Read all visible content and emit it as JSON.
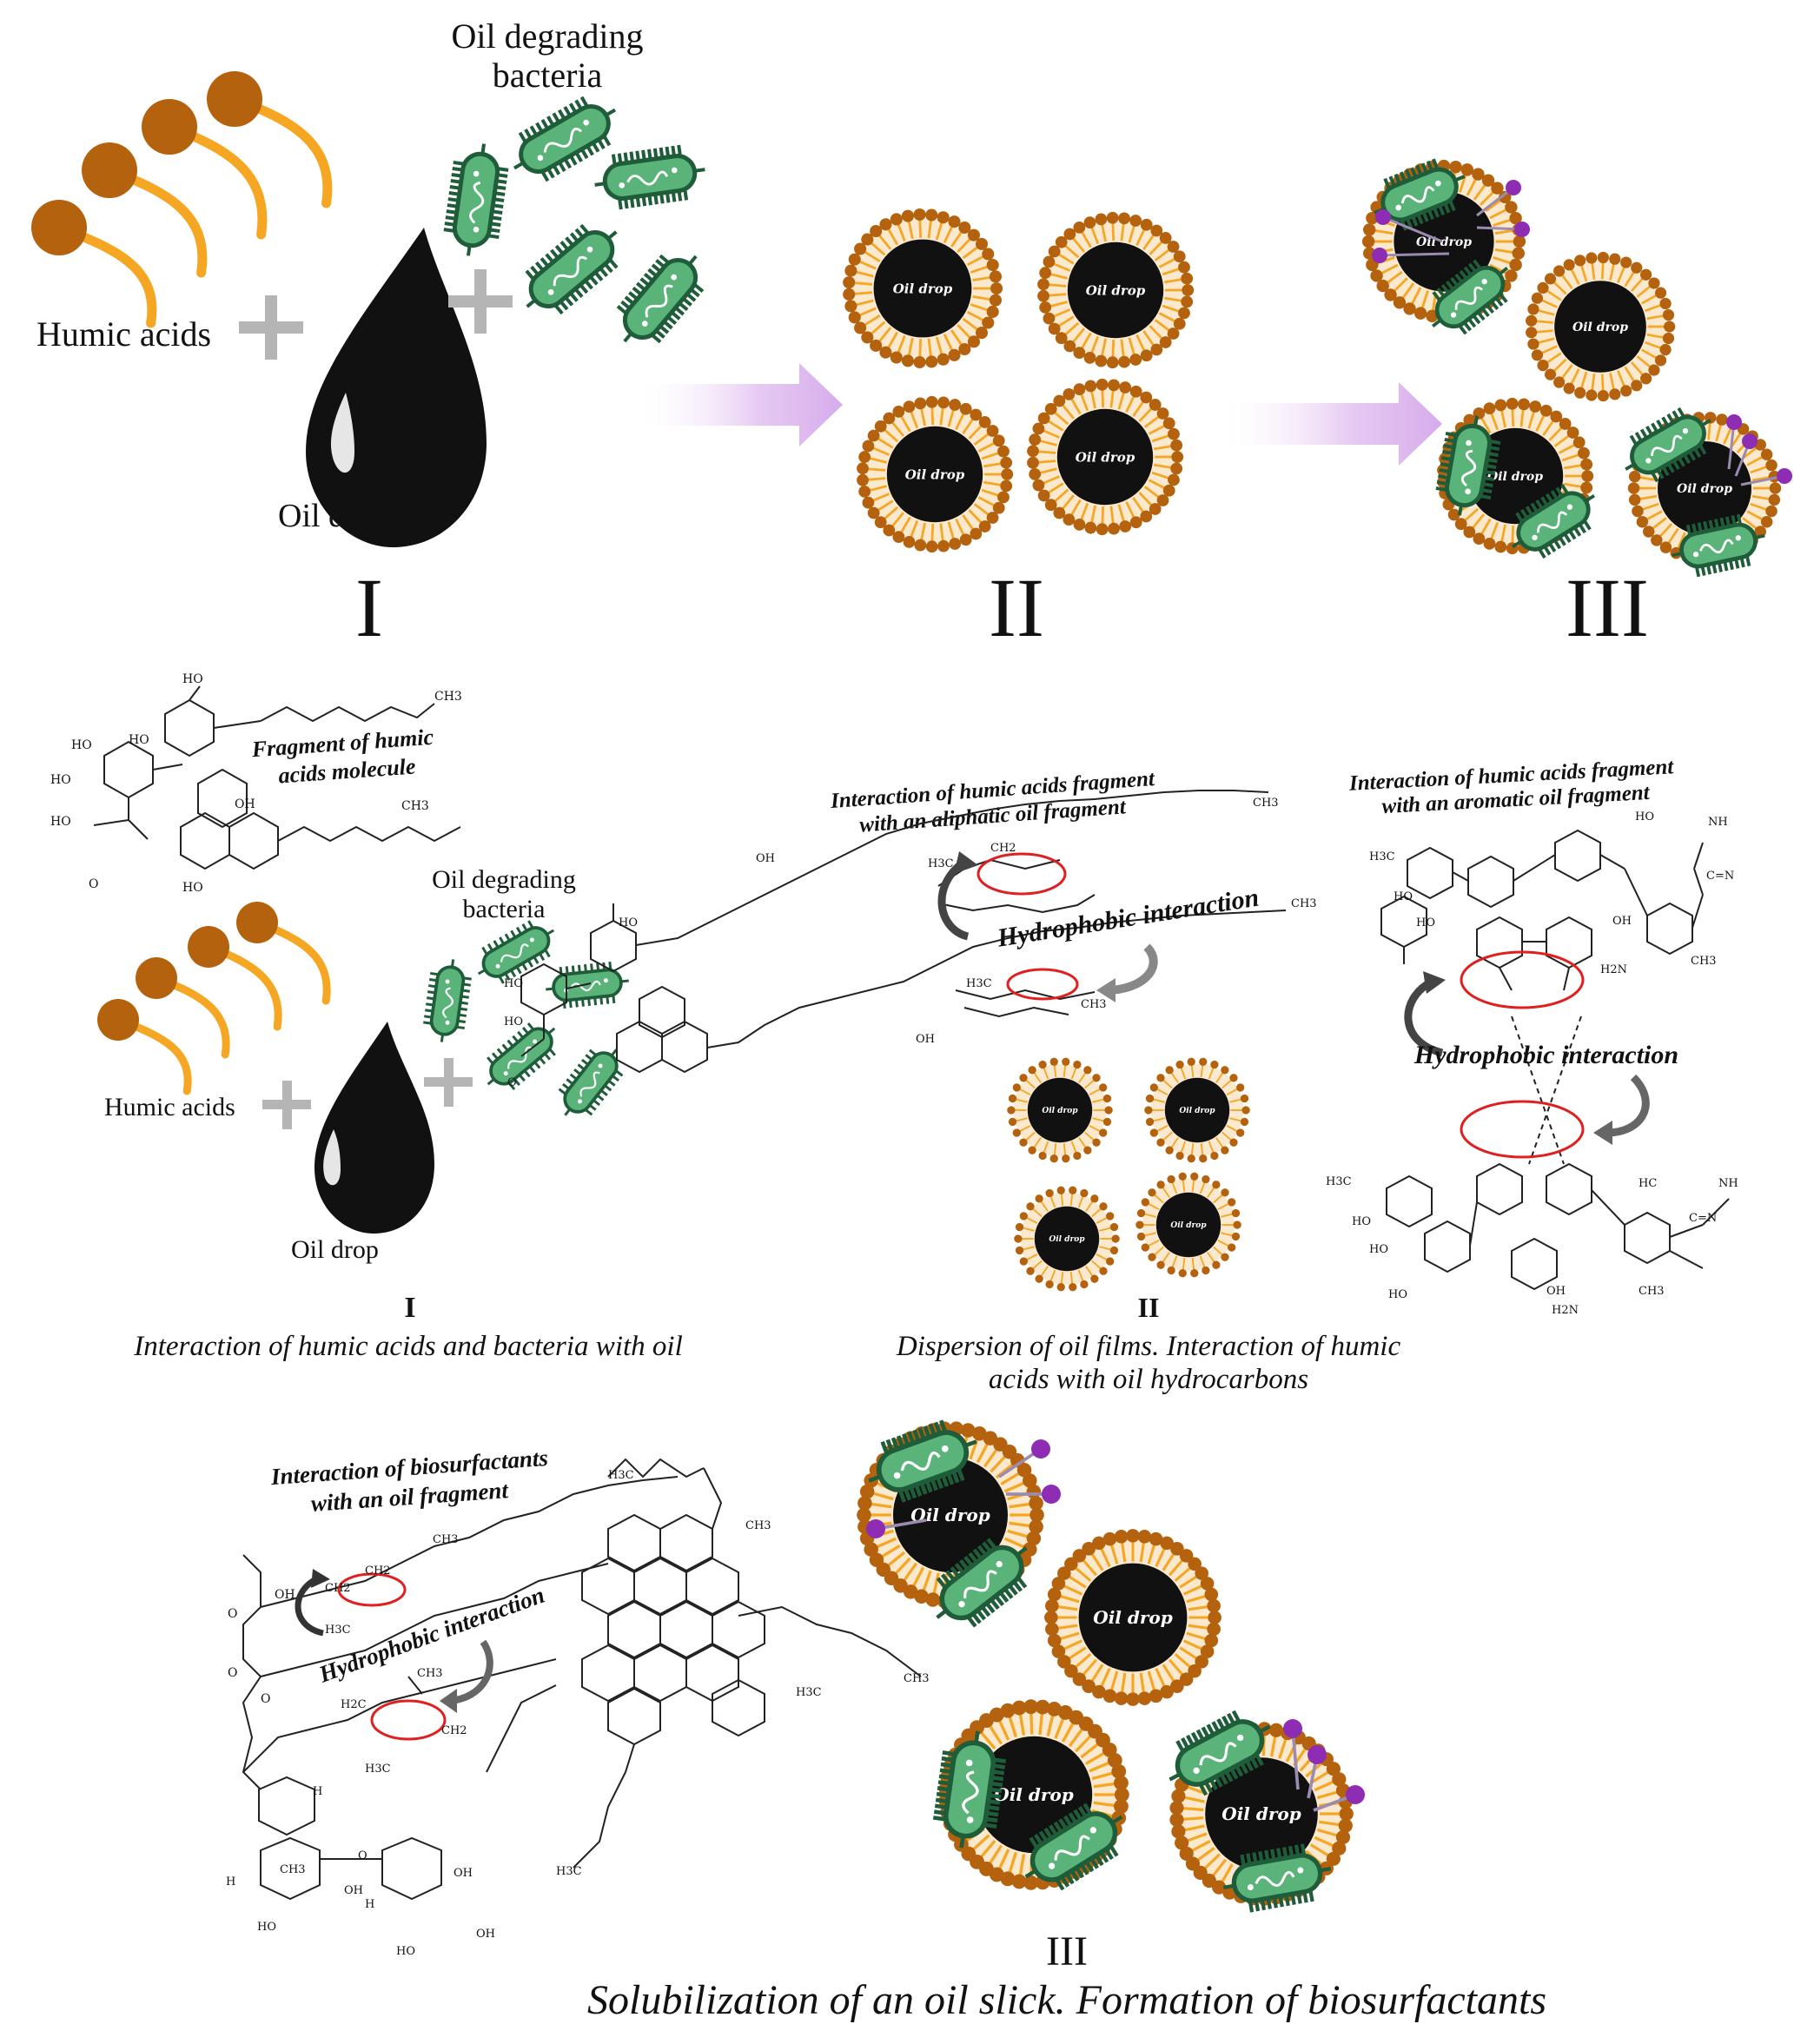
{
  "colors": {
    "humic_head": "#b5620f",
    "humic_tail": "#f5a623",
    "bacteria_fill": "#5ab47a",
    "bacteria_edge": "#1f5d3a",
    "oil": "#111111",
    "arrow": "#d9b6ec",
    "biosurfactant": "#8e2db3",
    "interaction_ellipse": "#e02020",
    "plus": "#b5b5b5"
  },
  "top": {
    "humic_label": "Humic acids",
    "bacteria_label_1": "Oil degrading",
    "bacteria_label_2": "bacteria",
    "oil_label": "Oil drop",
    "drop_label": "Oil drop",
    "stage_1": "I",
    "stage_2": "II",
    "stage_3": "III"
  },
  "panel1": {
    "fragment_label_1": "Fragment of humic",
    "fragment_label_2": "acids molecule",
    "humic_label": "Humic acids",
    "bacteria_label_1": "Oil degrading",
    "bacteria_label_2": "bacteria",
    "oil_label": "Oil drop",
    "stage": "I",
    "caption": "Interaction of humic acids and bacteria with oil"
  },
  "panel2": {
    "aliphatic_label_1": "Interaction of humic acids fragment",
    "aliphatic_label_2": "with an aliphatic oil fragment",
    "aromatic_label_1": "Interaction of humic acids fragment",
    "aromatic_label_2": "with an aromatic oil fragment",
    "hydrophobic_1": "Hydrophobic interaction",
    "hydrophobic_2": "Hydrophobic interaction",
    "drop_label": "Oil drop",
    "stage": "II",
    "caption_1": "Dispersion of oil films. Interaction of humic",
    "caption_2": "acids with oil hydrocarbons"
  },
  "panel3": {
    "biosurf_label_1": "Interaction of biosurfactants",
    "biosurf_label_2": "with an oil fragment",
    "hydrophobic": "Hydrophobic interaction",
    "drop_label": "Oil drop",
    "stage": "III",
    "caption": "Solubilization of an oil slick. Formation of biosurfactants"
  },
  "chem": {
    "CH3": "CH3",
    "HO": "HO",
    "OH": "OH",
    "O": "O",
    "H": "H",
    "H3C": "H3C",
    "CH2": "CH2",
    "H2C": "H2C",
    "NH": "NH",
    "H2N": "H2N",
    "N": "N",
    "CN": "C=N",
    "HC": "HC"
  }
}
